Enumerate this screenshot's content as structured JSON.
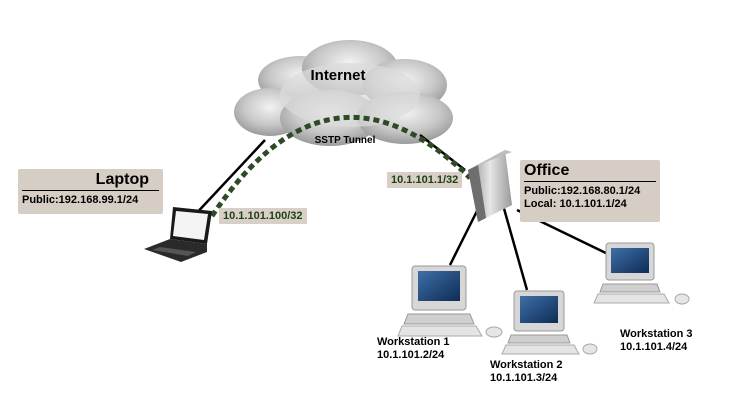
{
  "cloud": {
    "title": "Internet",
    "tunnel_label": "SSTP Tunnel"
  },
  "laptop": {
    "name": "Laptop",
    "public": "Public:192.168.99.1/24",
    "tunnel_ip": "10.1.101.100/32"
  },
  "office": {
    "name": "Office",
    "public": "Public:192.168.80.1/24",
    "local": "Local: 10.1.101.1/24",
    "tunnel_ip": "10.1.101.1/32"
  },
  "workstations": [
    {
      "name": "Workstation 1",
      "ip": "10.1.101.2/24"
    },
    {
      "name": "Workstation 2",
      "ip": "10.1.101.3/24"
    },
    {
      "name": "Workstation 3",
      "ip": "10.1.101.4/24"
    }
  ],
  "colors": {
    "tunnel": "#2e4b24",
    "tag_bg": "#d8cfc6",
    "tag_text_green": "#1f3f17",
    "box_bg": "#d6cdc4"
  }
}
